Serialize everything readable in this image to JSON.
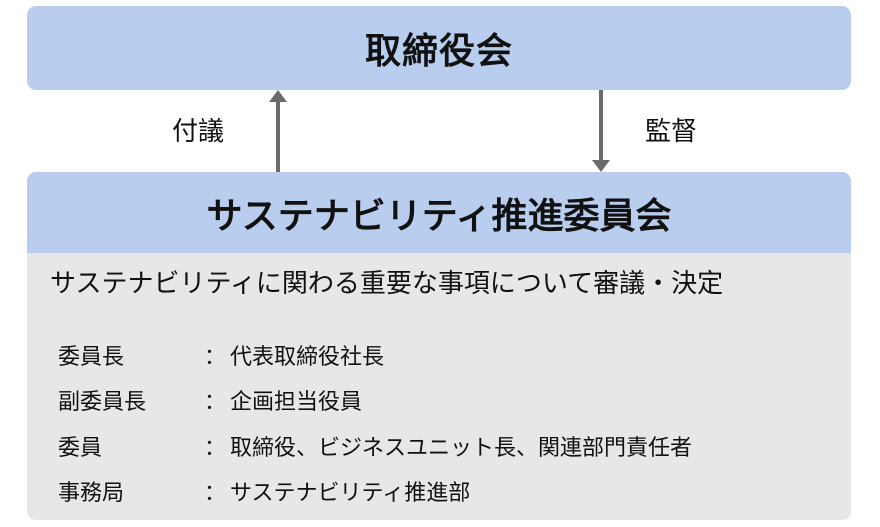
{
  "board": {
    "title": "取締役会"
  },
  "arrows": {
    "up_label": "付議",
    "down_label": "監督",
    "color": "#6b6b6b"
  },
  "committee": {
    "title": "サステナビリティ推進委員会",
    "description": "サステナビリティに関わる重要な事項について審議・決定",
    "members": [
      {
        "role": "委員長",
        "colon": "：",
        "value": "代表取締役社長"
      },
      {
        "role": "副委員長",
        "colon": "：",
        "value": "企画担当役員"
      },
      {
        "role": "委員",
        "colon": "：",
        "value": "取締役、ビジネスユニット長、関連部門責任者"
      },
      {
        "role": "事務局",
        "colon": "：",
        "value": "サステナビリティ推進部"
      }
    ]
  },
  "colors": {
    "header_blue": "#b9cdef",
    "body_gray": "#e7e7e7",
    "text": "#111111"
  }
}
